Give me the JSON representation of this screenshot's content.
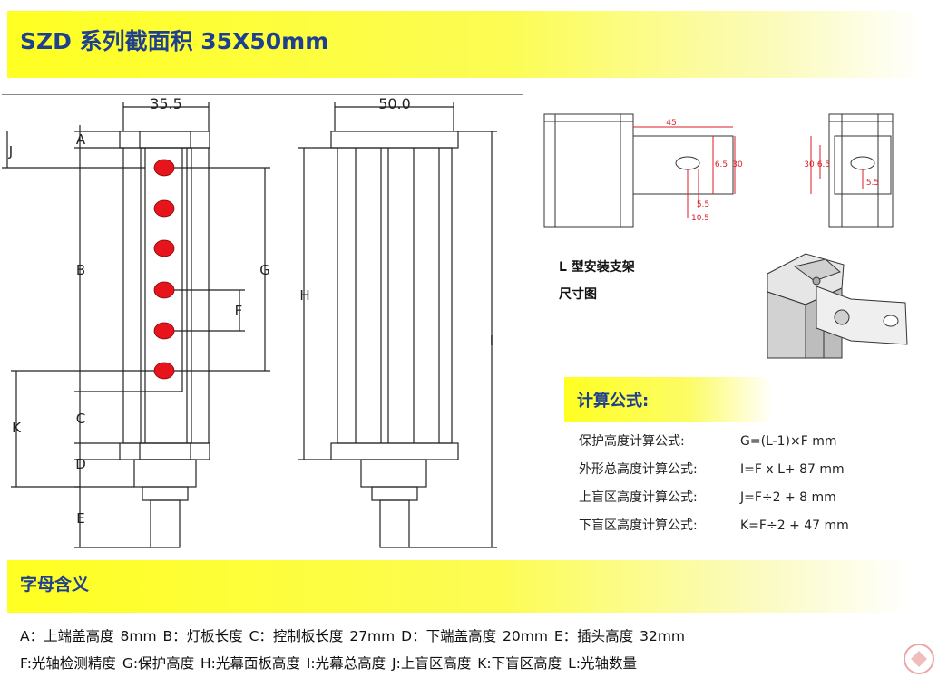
{
  "header": {
    "title": "SZD 系列截面积  35X50mm"
  },
  "diagram_front": {
    "width_label": "35.5",
    "letters": {
      "a": "A",
      "b": "B",
      "c": "C",
      "d": "D",
      "e": "E",
      "f": "F",
      "g": "G",
      "j": "J",
      "k": "K"
    }
  },
  "diagram_side": {
    "width_label": "50.0",
    "h": "H",
    "i": "I"
  },
  "bracket": {
    "dims": {
      "d45": "45",
      "d65a": "6.5",
      "d30a": "30",
      "d55a": "5.5",
      "d105": "10.5",
      "d30b": "30",
      "d65b": "6.5",
      "d55b": "5.5"
    },
    "caption_line1": "L  型安装支架",
    "caption_line2": "尺寸图"
  },
  "formulas": {
    "title": "计算公式:",
    "rows": [
      {
        "label": "保护高度计算公式:",
        "value": "G=(L-1)×F    mm"
      },
      {
        "label": "外形总高度计算公式:",
        "value": "I=F x L+ 87 mm"
      },
      {
        "label": "上盲区高度计算公式:",
        "value": "J=F÷2 + 8    mm"
      },
      {
        "label": "下盲区高度计算公式:",
        "value": "K=F÷2 + 47 mm"
      }
    ]
  },
  "letters_meaning": {
    "title": "字母含义",
    "line1": "A：上端盖高度 8mm   B：灯板长度   C：控制板长度 27mm   D：下端盖高度 20mm    E：插头高度 32mm",
    "line2": "F:光轴检测精度   G:保护高度   H:光幕面板高度   I:光幕总高度   J:上盲区高度   K:下盲区高度   L:光轴数量"
  },
  "colors": {
    "title_blue": "#1f3f8f",
    "band_yellow": "#ffff22",
    "led_red": "#e8141c",
    "dim_red": "#d81e28"
  }
}
